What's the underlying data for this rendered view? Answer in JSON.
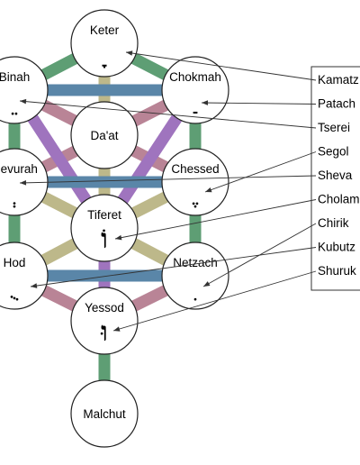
{
  "colors": {
    "green": "#5e9e74",
    "blue": "#5a86a8",
    "olive": "#bdb88a",
    "rose": "#b98496",
    "purple": "#9f74be",
    "node_fill": "#ffffff",
    "node_stroke": "#222222"
  },
  "sefirot": [
    {
      "id": "keter",
      "name": "Keter",
      "vowel": "ָ"
    },
    {
      "id": "chokmah",
      "name": "Chokmah",
      "vowel": "ַ"
    },
    {
      "id": "binah",
      "name": "Binah",
      "vowel": "ֵ"
    },
    {
      "id": "daat",
      "name": "Da'at",
      "vowel": ""
    },
    {
      "id": "chessed",
      "name": "Chessed",
      "vowel": "ֶ"
    },
    {
      "id": "gevurah",
      "name": "Gevurah",
      "vowel": "ְ"
    },
    {
      "id": "tiferet",
      "name": "Tiferet",
      "vowel": "וֹ"
    },
    {
      "id": "netzach",
      "name": "Netzach",
      "vowel": "ִ"
    },
    {
      "id": "hod",
      "name": "Hod",
      "vowel": "ֻ"
    },
    {
      "id": "yessod",
      "name": "Yessod",
      "vowel": "וּ"
    },
    {
      "id": "malchut",
      "name": "Malchut",
      "vowel": ""
    }
  ],
  "legend": {
    "items": [
      "Kamatz",
      "Patach",
      "Tserei",
      "Segol",
      "Sheva",
      "Cholam",
      "Chirik",
      "Kubutz",
      "Shuruk"
    ]
  },
  "paths": [
    {
      "from": "keter",
      "to": "chokmah",
      "color": "green"
    },
    {
      "from": "keter",
      "to": "binah",
      "color": "green"
    },
    {
      "from": "keter",
      "to": "tiferet",
      "color": "olive"
    },
    {
      "from": "chokmah",
      "to": "binah",
      "color": "blue"
    },
    {
      "from": "chokmah",
      "to": "gevurah",
      "color": "rose"
    },
    {
      "from": "binah",
      "to": "chessed",
      "color": "rose"
    },
    {
      "from": "chokmah",
      "to": "tiferet",
      "color": "purple"
    },
    {
      "from": "binah",
      "to": "tiferet",
      "color": "purple"
    },
    {
      "from": "chokmah",
      "to": "chessed",
      "color": "green"
    },
    {
      "from": "binah",
      "to": "gevurah",
      "color": "green"
    },
    {
      "from": "chessed",
      "to": "gevurah",
      "color": "blue"
    },
    {
      "from": "chessed",
      "to": "tiferet",
      "color": "olive"
    },
    {
      "from": "gevurah",
      "to": "tiferet",
      "color": "olive"
    },
    {
      "from": "chessed",
      "to": "netzach",
      "color": "green"
    },
    {
      "from": "gevurah",
      "to": "hod",
      "color": "green"
    },
    {
      "from": "tiferet",
      "to": "netzach",
      "color": "olive"
    },
    {
      "from": "tiferet",
      "to": "hod",
      "color": "olive"
    },
    {
      "from": "tiferet",
      "to": "yessod",
      "color": "purple"
    },
    {
      "from": "netzach",
      "to": "hod",
      "color": "blue"
    },
    {
      "from": "netzach",
      "to": "yessod",
      "color": "rose"
    },
    {
      "from": "hod",
      "to": "yessod",
      "color": "rose"
    },
    {
      "from": "yessod",
      "to": "malchut",
      "color": "green"
    }
  ],
  "pointers": [
    {
      "legend": "Kamatz",
      "node": "keter"
    },
    {
      "legend": "Patach",
      "node": "chokmah"
    },
    {
      "legend": "Tserei",
      "node": "binah"
    },
    {
      "legend": "Segol",
      "node": "chessed"
    },
    {
      "legend": "Sheva",
      "node": "gevurah"
    },
    {
      "legend": "Cholam",
      "node": "tiferet"
    },
    {
      "legend": "Chirik",
      "node": "netzach"
    },
    {
      "legend": "Kubutz",
      "node": "hod"
    },
    {
      "legend": "Shuruk",
      "node": "yessod"
    }
  ]
}
